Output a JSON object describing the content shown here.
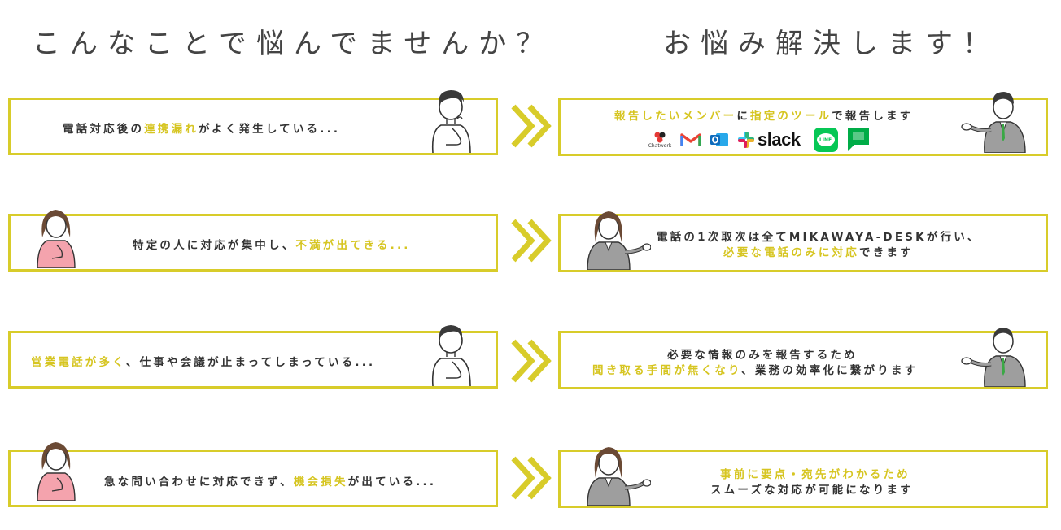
{
  "headings": {
    "problems": "こんなことで悩んでませんか？",
    "solutions": "お悩み解決します！"
  },
  "colors": {
    "accent": "#d8cc2a",
    "highlight": "#d6c521",
    "text": "#333333"
  },
  "rows": [
    {
      "problem": {
        "a": "電話対応後の",
        "b": "連携漏れ",
        "c": "がよく発生している..."
      },
      "solution": {
        "line1": {
          "a": "報告したいメンバー",
          "b": "に",
          "c": "指定のツール",
          "d": "で報告します"
        },
        "tools": {
          "chatwork": "Chatwork",
          "slack": "slack",
          "line": "LINE"
        }
      }
    },
    {
      "problem": {
        "a": "特定の人に対応が集中し、",
        "b": "不満が出てきる..."
      },
      "solution": {
        "line1": "電話の1次取次は全てMIKAWAYA-DESKが行い、",
        "line2": {
          "a": "必要な電話のみに対応",
          "b": "できます"
        }
      }
    },
    {
      "problem": {
        "a": "営業電話が多く",
        "b": "、仕事や会議が止まってしまっている..."
      },
      "solution": {
        "line1": "必要な情報のみを報告するため",
        "line2": {
          "a": "聞き取る手間が無くなり",
          "b": "、業務の効率化に繋がります"
        }
      }
    },
    {
      "problem": {
        "a": "急な問い合わせに対応できず、",
        "b": "機会損失",
        "c": "が出ている..."
      },
      "solution": {
        "line1": "事前に要点・宛先がわかるため",
        "line2": "スムーズな対応が可能になります"
      }
    }
  ],
  "icons": [
    "arrow-right-icon",
    "thinking-man-icon",
    "thinking-woman-icon",
    "presenting-man-icon",
    "presenting-woman-icon",
    "chatwork-icon",
    "gmail-icon",
    "outlook-icon",
    "slack-icon",
    "line-icon",
    "google-chat-icon"
  ]
}
